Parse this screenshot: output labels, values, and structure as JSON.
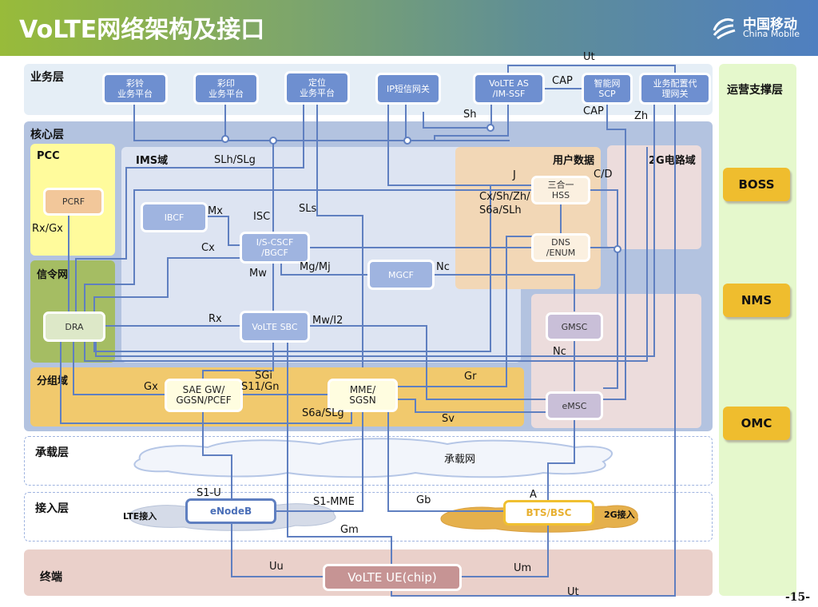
{
  "header": {
    "title": "VoLTE网络架构及接口",
    "logo_cn": "中国移动",
    "logo_en": "China Mobile",
    "logo_icon": "china-mobile-logo-icon"
  },
  "layers": {
    "service": "业务层",
    "core": "核心层",
    "bearer": "承载层",
    "access": "接入层",
    "terminal": "终端",
    "ops": "运营支撑层"
  },
  "domains": {
    "pcc": "PCC",
    "ims": "IMS域",
    "signaling": "信令网",
    "userdata": "用户数据",
    "cs2g": "2G电路域",
    "packet": "分组域",
    "bearer_net": "承载网",
    "lte_access": "LTE接入",
    "g2_access": "2G接入"
  },
  "nodes": {
    "crbt": "彩铃\n业务平台",
    "cprint": "彩印\n业务平台",
    "location": "定位\n业务平台",
    "ipsms": "IP短信网关",
    "volte_as": "VoLTE AS\n/IM-SSF",
    "scp": "智能网\nSCP",
    "provision": "业务配置代\n理网关",
    "pcrf": "PCRF",
    "ibcf": "IBCF",
    "cscf": "I/S-CSCF\n/BGCF",
    "mgcf": "MGCF",
    "hss": "三合一\nHSS",
    "dns": "DNS\n/ENUM",
    "dra": "DRA",
    "sbc": "VoLTE SBC",
    "gmsc": "GMSC",
    "saegw": "SAE GW/\nGGSN/PCEF",
    "mme": "MME/\nSGSN",
    "emsc": "eMSC",
    "enodeb": "eNodeB",
    "btsbsc": "BTS/BSC",
    "ue": "VoLTE UE(chip)"
  },
  "ops_items": [
    "BOSS",
    "NMS",
    "OMC"
  ],
  "interfaces": {
    "ut_top": "Ut",
    "cap1": "CAP",
    "cap2": "CAP",
    "sh": "Sh",
    "zh": "Zh",
    "slh_slg": "SLh/SLg",
    "j": "J",
    "cd": "C/D",
    "cx_multi": "Cx/Sh/Zh/\nS6a/SLh",
    "rx_gx": "Rx/Gx",
    "mx": "Mx",
    "isc": "ISC",
    "sls": "SLs",
    "cx": "Cx",
    "mw": "Mw",
    "mg_mj": "Mg/Mj",
    "nc1": "Nc",
    "rx": "Rx",
    "mw_i2": "Mw/I2",
    "nc2": "Nc",
    "sgi": "SGi",
    "s11_gn": "S11/Gn",
    "gx": "Gx",
    "gr": "Gr",
    "s6a_slg": "S6a/SLg",
    "sv": "Sv",
    "s1u": "S1-U",
    "s1mme": "S1-MME",
    "gb": "Gb",
    "a": "A",
    "gm": "Gm",
    "uu": "Uu",
    "um": "Um",
    "ut_bottom": "Ut"
  },
  "page_number": "-15-"
}
